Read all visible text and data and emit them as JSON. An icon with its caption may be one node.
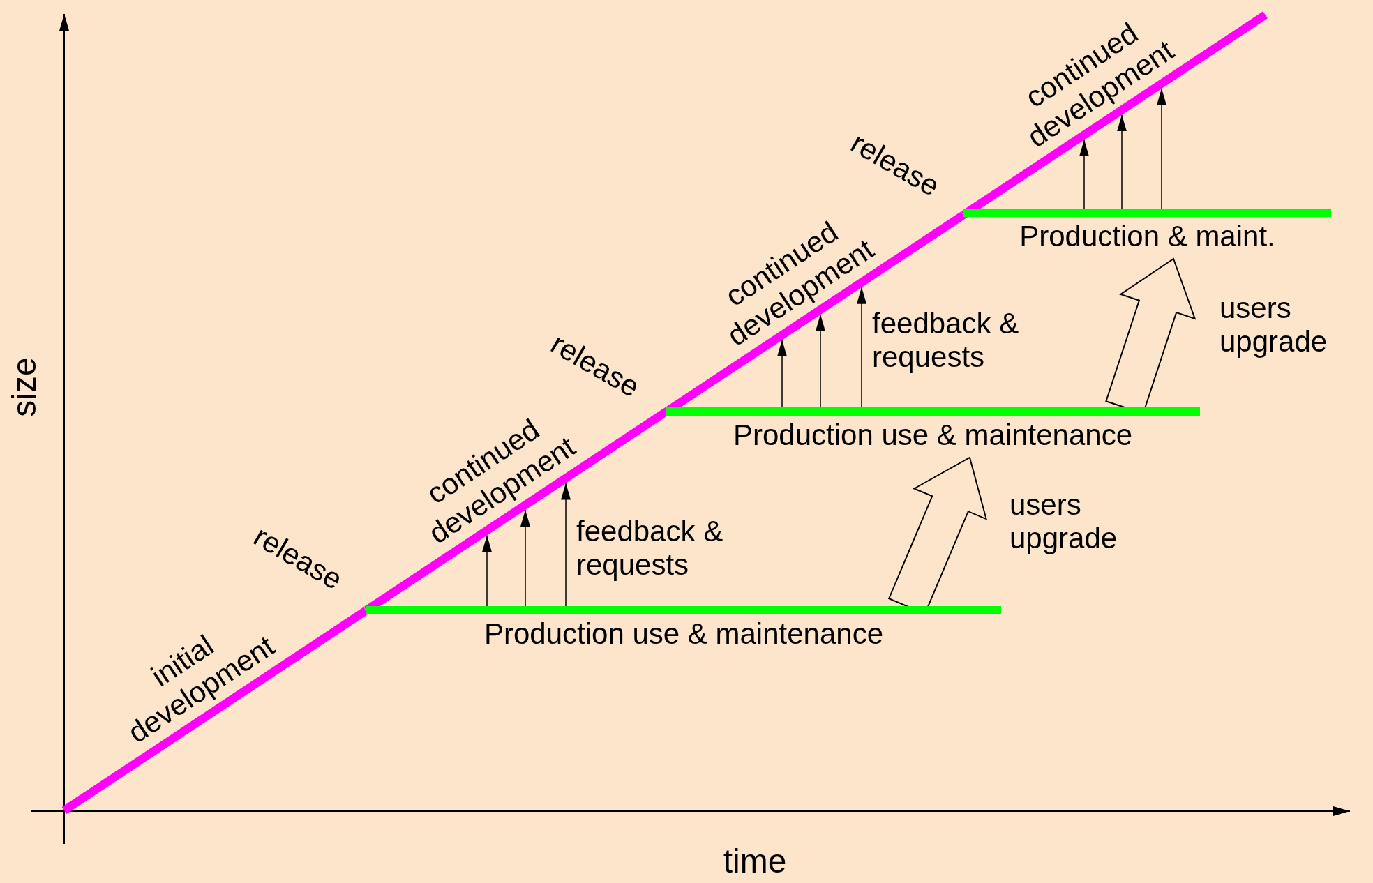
{
  "diagram": {
    "nodes": [
      {
        "text": [
          "initial development"
        ]
      },
      {
        "text": [
          "continued development"
        ]
      },
      {
        "text": [
          "continued development"
        ]
      },
      {
        "text": [
          "continued development"
        ]
      },
      {
        "text": [
          "Production use & maintenance"
        ]
      },
      {
        "text": [
          "Production use & maintenance"
        ]
      },
      {
        "text": [
          "Production & maint."
        ]
      }
    ],
    "edges": [
      {
        "from": 4,
        "to": 1,
        "arrow": "to"
      },
      {
        "from": 4,
        "to": 1,
        "arrow": "to"
      },
      {
        "from": 4,
        "to": 1,
        "arrow": "to",
        "label": "feedback & requests"
      },
      {
        "from": 5,
        "to": 2,
        "arrow": "to"
      },
      {
        "from": 5,
        "to": 2,
        "arrow": "to"
      },
      {
        "from": 5,
        "to": 2,
        "arrow": "to",
        "label": "feedback & requests"
      },
      {
        "from": 6,
        "to": 3,
        "arrow": "to"
      },
      {
        "from": 6,
        "to": 3,
        "arrow": "to"
      },
      {
        "from": 6,
        "to": 3,
        "arrow": "to"
      },
      {
        "from": 4,
        "to": 5,
        "arrow": "to",
        "label": "users upgrade",
        "style": "thick"
      },
      {
        "from": 5,
        "to": 6,
        "arrow": "to",
        "label": "users upgrade",
        "style": "thick"
      }
    ],
    "labels": [
      "size",
      "release",
      "release",
      "release",
      "time"
    ]
  }
}
